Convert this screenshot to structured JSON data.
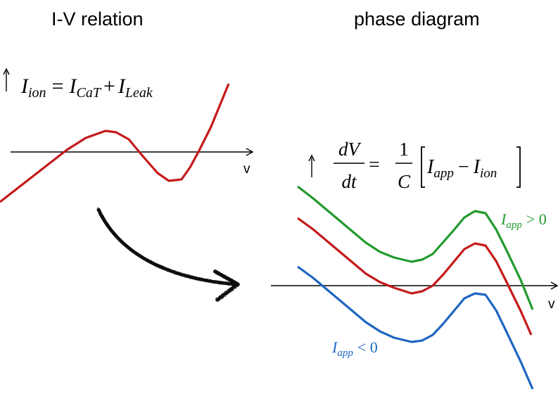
{
  "titles": {
    "left": "I-V relation",
    "right": "phase diagram"
  },
  "left_panel": {
    "equation": {
      "lhs_symbol": "I",
      "lhs_sub": "ion",
      "equals": "=",
      "term1_symbol": "I",
      "term1_sub": "CaT",
      "plus": "+",
      "term2_symbol": "I",
      "term2_sub": "Leak"
    },
    "x_axis_label": "v"
  },
  "right_panel": {
    "equation": {
      "numerator": "dV",
      "denominator": "dt",
      "equals": "=",
      "frac_num": "1",
      "frac_den": "C",
      "app_symbol": "I",
      "app_sub": "app",
      "minus": "−",
      "ion_symbol": "I",
      "ion_sub": "ion"
    },
    "x_axis_label": "v",
    "label_positive": {
      "symbol": "I",
      "sub": "app",
      "relation": "> 0"
    },
    "label_negative": {
      "symbol": "I",
      "sub": "app",
      "relation": "< 0"
    }
  },
  "colors": {
    "red": "#c41a1a",
    "green": "#229a2e",
    "blue": "#1f66c1",
    "axis": "#000000",
    "arrow": "#111111"
  }
}
